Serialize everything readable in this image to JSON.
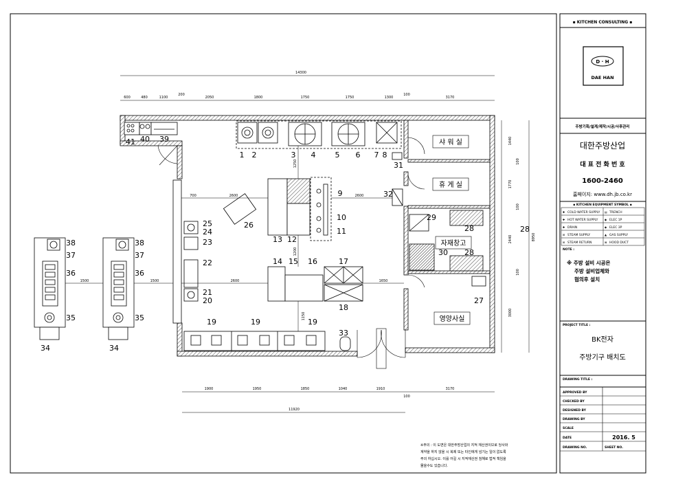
{
  "title_block": {
    "header": "▪ KITCHEN CONSULTING ▪",
    "logo_mark": "D · H",
    "logo_name": "DAE HAN",
    "services": "주방기획/설계/제작/시공/사후관리",
    "company": "대한주방산업",
    "phone_label": "대 표 전 화 번 호",
    "phone": "1600-2460",
    "homepage": "홈페이지: www.dh.jb.co.kr",
    "symbol_header": "▪ KITCHEN EQUIPMENT SYMBOL ▪",
    "symbols_left": [
      "COLD WATER SUPPLY",
      "HOT WATER SUPPLY",
      "DRAIN",
      "STEAM SUPPLY",
      "STEAM RETURN"
    ],
    "symbols_right": [
      "TRENCH",
      "ELEC 1P",
      "ELEC 3P",
      "GAS SUPPLY",
      "HOOD DUCT"
    ],
    "note_label": "NOTE :",
    "note": [
      "※ 주방 설비 시공은",
      "주방 설비업체와",
      "협의후 설치"
    ],
    "project_title_label": "PROJECT TITLE :",
    "project_title": [
      "BK전자",
      "주방기구 배치도"
    ],
    "drawing_title_label": "DRAWING TITLE :",
    "rows": [
      "APPROVED BY",
      "CHECKED BY",
      "DESIGNED BY",
      "DRAWING BY",
      "SCALE"
    ],
    "date_label": "DATE",
    "date": "2016. 5",
    "drawing_no_label": "DRAWING NO.",
    "sheet_no_label": "SHEET NO."
  },
  "disclaimer": [
    "※주의 : 이 도면은 대한주방산업의 지적 재산권이므로 당사와",
    "계약을 하지 않을 시 복제 또는 타인에게 넘기는 일이 없도록",
    "주의 하십시오. 이를 어길 시 지적재산권 침해로 법적 책임을",
    "물을수도 있습니다."
  ],
  "rooms": {
    "shower": "샤 워 실",
    "rest": "휴 게 실",
    "storage": "자재창고",
    "nutrition": "영양사실"
  },
  "dims_top": [
    "600",
    "480",
    "1100",
    "200",
    "2050",
    "1800",
    "1750",
    "1750",
    "1300",
    "100",
    "3170"
  ],
  "dim_total_top": "14300",
  "dims_bottom": [
    "1900",
    "1950",
    "1850",
    "1040",
    "1910",
    "100",
    "3170"
  ],
  "dim_total_bottom": "11920",
  "dims_right": [
    "1440",
    "100",
    "1770",
    "100",
    "2440",
    "100",
    "3000"
  ],
  "dim_total_right": "8950",
  "dims_inner": {
    "d700": "700",
    "d2600a": "2600",
    "d2600b": "2600",
    "d2600c": "2600",
    "d1250": "1250",
    "d1200": "1200",
    "d1650": "1650",
    "d1150": "1150",
    "d1500a": "1500",
    "d1500b": "1500"
  },
  "equipment_numbers": {
    "n1": "1",
    "n2": "2",
    "n3": "3",
    "n4": "4",
    "n5": "5",
    "n6": "6",
    "n7": "7",
    "n8": "8",
    "n9": "9",
    "n10": "10",
    "n11": "11",
    "n12": "12",
    "n13": "13",
    "n14": "14",
    "n15": "15",
    "n16": "16",
    "n17": "17",
    "n18": "18",
    "n19a": "19",
    "n19b": "19",
    "n19c": "19",
    "n20": "20",
    "n21": "21",
    "n22": "22",
    "n23": "23",
    "n24": "24",
    "n25": "25",
    "n26": "26",
    "n27": "27",
    "n28": "28",
    "n28b": "28",
    "n29": "29",
    "n30": "30",
    "n31": "31",
    "n32": "32",
    "n33": "33",
    "n34a": "34",
    "n34b": "34",
    "n35a": "35",
    "n35b": "35",
    "n36a": "36",
    "n36b": "36",
    "n37a": "37",
    "n37b": "37",
    "n38a": "38",
    "n38b": "38",
    "n39": "39",
    "n40": "40",
    "n41": "41",
    "n28big": "28"
  }
}
